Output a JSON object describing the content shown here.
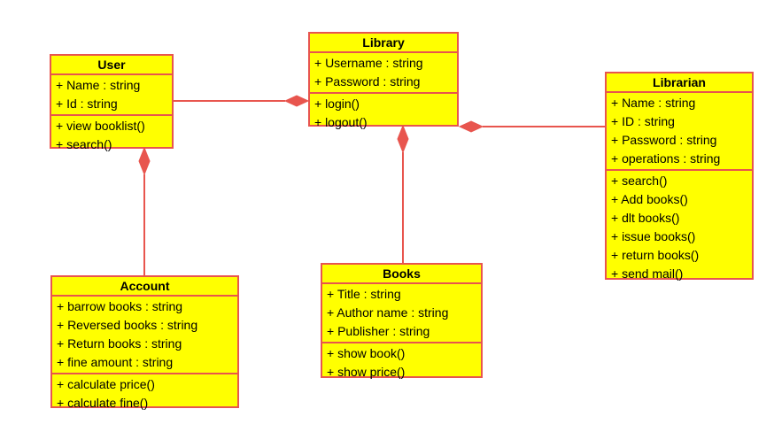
{
  "colors": {
    "fill": "#ffff00",
    "border": "#e8554e",
    "link": "#e8554e"
  },
  "classes": {
    "user": {
      "name": "User",
      "attributes": [
        "+ Name : string",
        "+ Id : string"
      ],
      "operations": [
        "+ view booklist()",
        "+ search()"
      ]
    },
    "library": {
      "name": "Library",
      "attributes": [
        "+ Username : string",
        "+ Password : string"
      ],
      "operations": [
        "+ login()",
        "+ logout()"
      ]
    },
    "librarian": {
      "name": "Librarian",
      "attributes": [
        "+ Name : string",
        "+ ID : string",
        "+ Password : string",
        "+ operations : string"
      ],
      "operations": [
        "+ search()",
        "+ Add books()",
        "+ dlt books()",
        "+ issue books()",
        "+ return books()",
        "+ send mail()"
      ]
    },
    "account": {
      "name": "Account",
      "attributes": [
        "+ barrow books : string",
        "+ Reversed books : string",
        "+ Return books : string",
        "+ fine amount : string"
      ],
      "operations": [
        "+ calculate price()",
        "+ calculate fine()"
      ]
    },
    "books": {
      "name": "Books",
      "attributes": [
        "+ Title : string",
        "+ Author name : string",
        "+ Publisher : string"
      ],
      "operations": [
        "+ show book()",
        "+ show price()"
      ]
    }
  },
  "relations": [
    {
      "type": "composition",
      "whole": "library",
      "part": "user"
    },
    {
      "type": "composition",
      "whole": "library",
      "part": "librarian"
    },
    {
      "type": "composition",
      "whole": "library",
      "part": "books"
    },
    {
      "type": "composition",
      "whole": "user",
      "part": "account"
    }
  ]
}
